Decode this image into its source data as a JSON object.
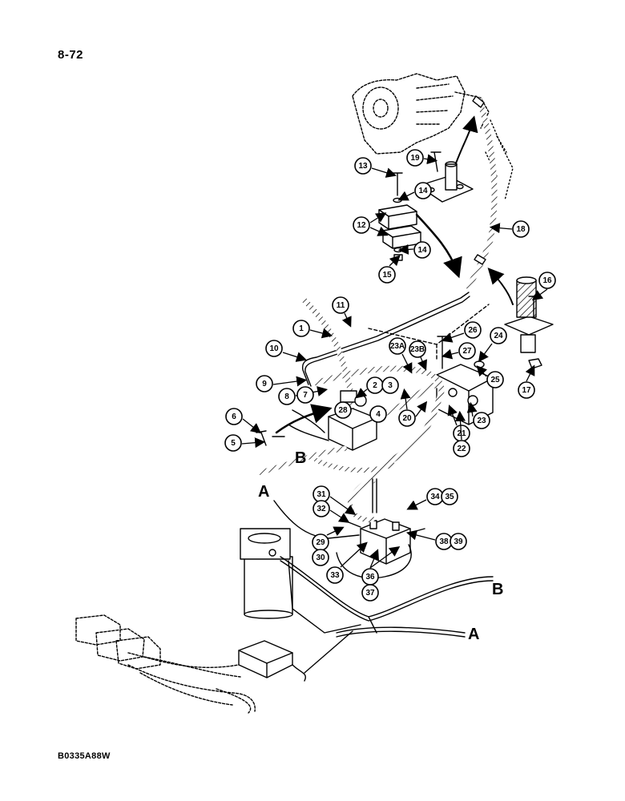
{
  "page_number": "8-72",
  "figure_code": "B0335A88W",
  "colors": {
    "line": "#000000",
    "background": "#ffffff"
  },
  "connection_letters": {
    "a_left": "A",
    "a_right": "A",
    "b_left": "B",
    "b_right": "B"
  },
  "callouts": [
    {
      "id": "c13",
      "label": "13"
    },
    {
      "id": "c19",
      "label": "19"
    },
    {
      "id": "c14a",
      "label": "14"
    },
    {
      "id": "c12",
      "label": "12"
    },
    {
      "id": "c14b",
      "label": "14"
    },
    {
      "id": "c15",
      "label": "15"
    },
    {
      "id": "c18",
      "label": "18"
    },
    {
      "id": "c16",
      "label": "16"
    },
    {
      "id": "c11",
      "label": "11"
    },
    {
      "id": "c1",
      "label": "1"
    },
    {
      "id": "c26",
      "label": "26"
    },
    {
      "id": "c24",
      "label": "24"
    },
    {
      "id": "c10",
      "label": "10"
    },
    {
      "id": "c23a",
      "label": "23A"
    },
    {
      "id": "c23b",
      "label": "23B"
    },
    {
      "id": "c27",
      "label": "27"
    },
    {
      "id": "c25",
      "label": "25"
    },
    {
      "id": "c9",
      "label": "9"
    },
    {
      "id": "c17",
      "label": "17"
    },
    {
      "id": "c2",
      "label": "2"
    },
    {
      "id": "c3",
      "label": "3"
    },
    {
      "id": "c8",
      "label": "8"
    },
    {
      "id": "c7",
      "label": "7"
    },
    {
      "id": "c28",
      "label": "28"
    },
    {
      "id": "c4",
      "label": "4"
    },
    {
      "id": "c20",
      "label": "20"
    },
    {
      "id": "c23",
      "label": "23"
    },
    {
      "id": "c6",
      "label": "6"
    },
    {
      "id": "c21",
      "label": "21"
    },
    {
      "id": "c22",
      "label": "22"
    },
    {
      "id": "c5",
      "label": "5"
    },
    {
      "id": "c31",
      "label": "31"
    },
    {
      "id": "c32",
      "label": "32"
    },
    {
      "id": "c34",
      "label": "34"
    },
    {
      "id": "c35",
      "label": "35"
    },
    {
      "id": "c29",
      "label": "29"
    },
    {
      "id": "c30",
      "label": "30"
    },
    {
      "id": "c38",
      "label": "38"
    },
    {
      "id": "c39",
      "label": "39"
    },
    {
      "id": "c33",
      "label": "33"
    },
    {
      "id": "c36",
      "label": "36"
    },
    {
      "id": "c37",
      "label": "37"
    }
  ]
}
